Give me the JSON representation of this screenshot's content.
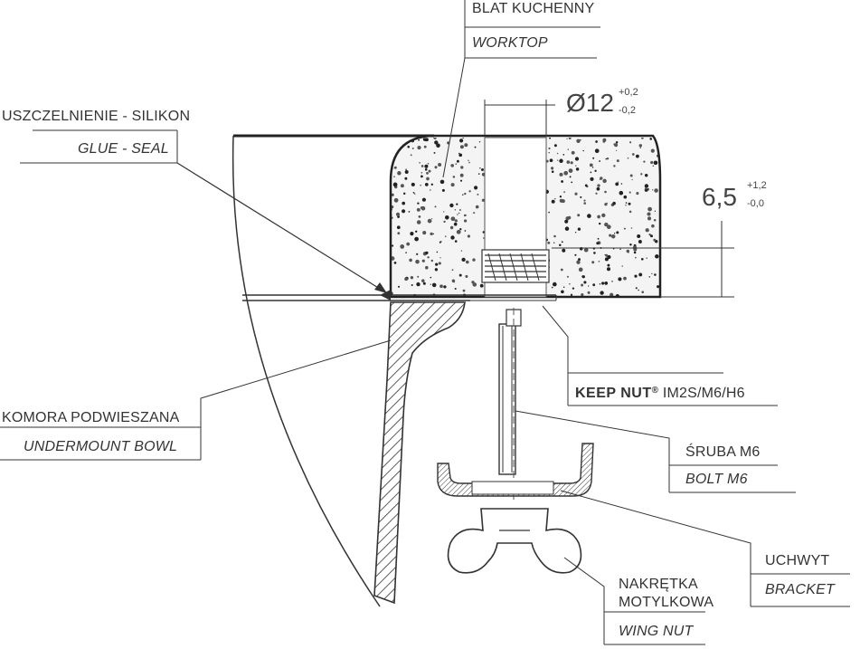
{
  "labels": {
    "worktop_pl": "BLAT KUCHENNY",
    "worktop_en": "WORKTOP",
    "seal_pl": "USZCZELNIENIE - SILIKON",
    "seal_en": "GLUE - SEAL",
    "bowl_pl": "KOMORA PODWIESZANA",
    "bowl_en": "UNDERMOUNT BOWL",
    "keepnut_brand": "KEEP NUT",
    "keepnut_reg": "®",
    "keepnut_model": " IM2S/M6/H6",
    "bolt_pl": "ŚRUBA M6",
    "bolt_en": "BOLT M6",
    "bracket_pl": "UCHWYT",
    "bracket_en": "BRACKET",
    "wingnut_pl_1": "NAKRĘTKA",
    "wingnut_pl_2": "MOTYLKOWA",
    "wingnut_en": "WING NUT"
  },
  "dimensions": {
    "hole_diameter": "Ø12",
    "hole_tol_plus": "+0,2",
    "hole_tol_minus": "-0,2",
    "depth": "6,5",
    "depth_tol_plus": "+1,2",
    "depth_tol_minus": "-0,0"
  }
}
